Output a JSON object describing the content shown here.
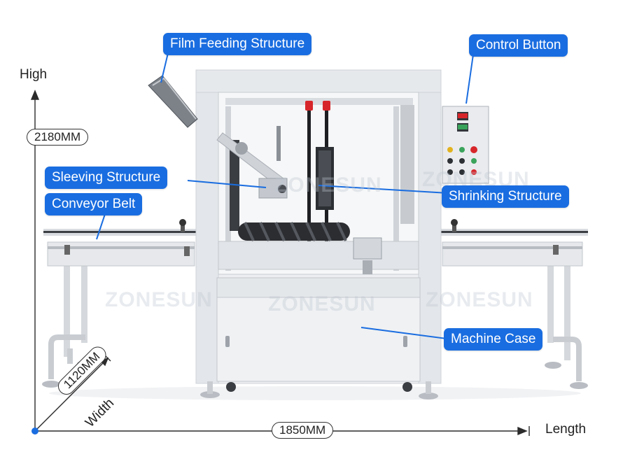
{
  "labels": {
    "film_feeding": "Film Feeding Structure",
    "control_button": "Control Button",
    "sleeving": "Sleeving Structure",
    "shrinking": "Shrinking Structure",
    "conveyor_belt": "Conveyor Belt",
    "machine_case": "Machine Case"
  },
  "dimensions": {
    "high_label": "High",
    "height_value": "2180MM",
    "width_value": "1120MM",
    "width_label": "Width",
    "length_value": "1850MM",
    "length_label": "Length"
  },
  "watermark": "ZONESUN",
  "colors": {
    "callout_bg": "#1a6de0",
    "axis_dot": "#1a6de0",
    "machine_frame": "#e9ebee",
    "panel_red": "#d7262b"
  }
}
